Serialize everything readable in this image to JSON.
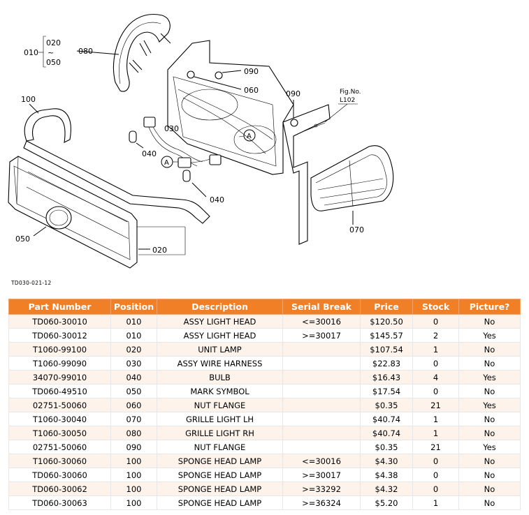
{
  "diagram": {
    "labels": {
      "p010": "010",
      "p020a": "020",
      "tilde": "~",
      "p050a": "050",
      "p080": "080",
      "p090a": "090",
      "p060": "060",
      "p090b": "090",
      "figno": "Fig.No.",
      "figcode": "L102",
      "p100": "100",
      "p030": "030",
      "p040a": "040",
      "markA1": "A",
      "markA2": "A",
      "p040b": "040",
      "p070": "070",
      "p050b": "050",
      "p020b": "020"
    },
    "doc_id": "TD030-021-12"
  },
  "table": {
    "headers": [
      "Part Number",
      "Position",
      "Description",
      "Serial Break",
      "Price",
      "Stock",
      "Picture?"
    ],
    "rows": [
      [
        "TD060-30010",
        "010",
        "ASSY LIGHT HEAD",
        "<=30016",
        "$120.50",
        "0",
        "No"
      ],
      [
        "TD060-30012",
        "010",
        "ASSY LIGHT HEAD",
        ">=30017",
        "$145.57",
        "2",
        "Yes"
      ],
      [
        "T1060-99100",
        "020",
        "UNIT LAMP",
        "",
        "$107.54",
        "1",
        "No"
      ],
      [
        "T1060-99090",
        "030",
        "ASSY WIRE HARNESS",
        "",
        "$22.83",
        "0",
        "No"
      ],
      [
        "34070-99010",
        "040",
        "BULB",
        "",
        "$16.43",
        "4",
        "Yes"
      ],
      [
        "TD060-49510",
        "050",
        "MARK SYMBOL",
        "",
        "$17.54",
        "0",
        "No"
      ],
      [
        "02751-50060",
        "060",
        "NUT FLANGE",
        "",
        "$0.35",
        "21",
        "Yes"
      ],
      [
        "T1060-30040",
        "070",
        "GRILLE LIGHT LH",
        "",
        "$40.74",
        "1",
        "No"
      ],
      [
        "T1060-30050",
        "080",
        "GRILLE LIGHT RH",
        "",
        "$40.74",
        "1",
        "No"
      ],
      [
        "02751-50060",
        "090",
        "NUT FLANGE",
        "",
        "$0.35",
        "21",
        "Yes"
      ],
      [
        "T1060-30060",
        "100",
        "SPONGE HEAD LAMP",
        "<=30016",
        "$4.30",
        "0",
        "No"
      ],
      [
        "TD060-30060",
        "100",
        "SPONGE HEAD LAMP",
        ">=30017",
        "$4.38",
        "0",
        "No"
      ],
      [
        "TD060-30062",
        "100",
        "SPONGE HEAD LAMP",
        ">=33292",
        "$4.32",
        "0",
        "No"
      ],
      [
        "TD060-30063",
        "100",
        "SPONGE HEAD LAMP",
        ">=36324",
        "$5.20",
        "1",
        "No"
      ]
    ]
  },
  "colors": {
    "header_bg": "#f07f26",
    "header_text": "#ffffff",
    "row_alt_bg": "#fdf3ea"
  }
}
